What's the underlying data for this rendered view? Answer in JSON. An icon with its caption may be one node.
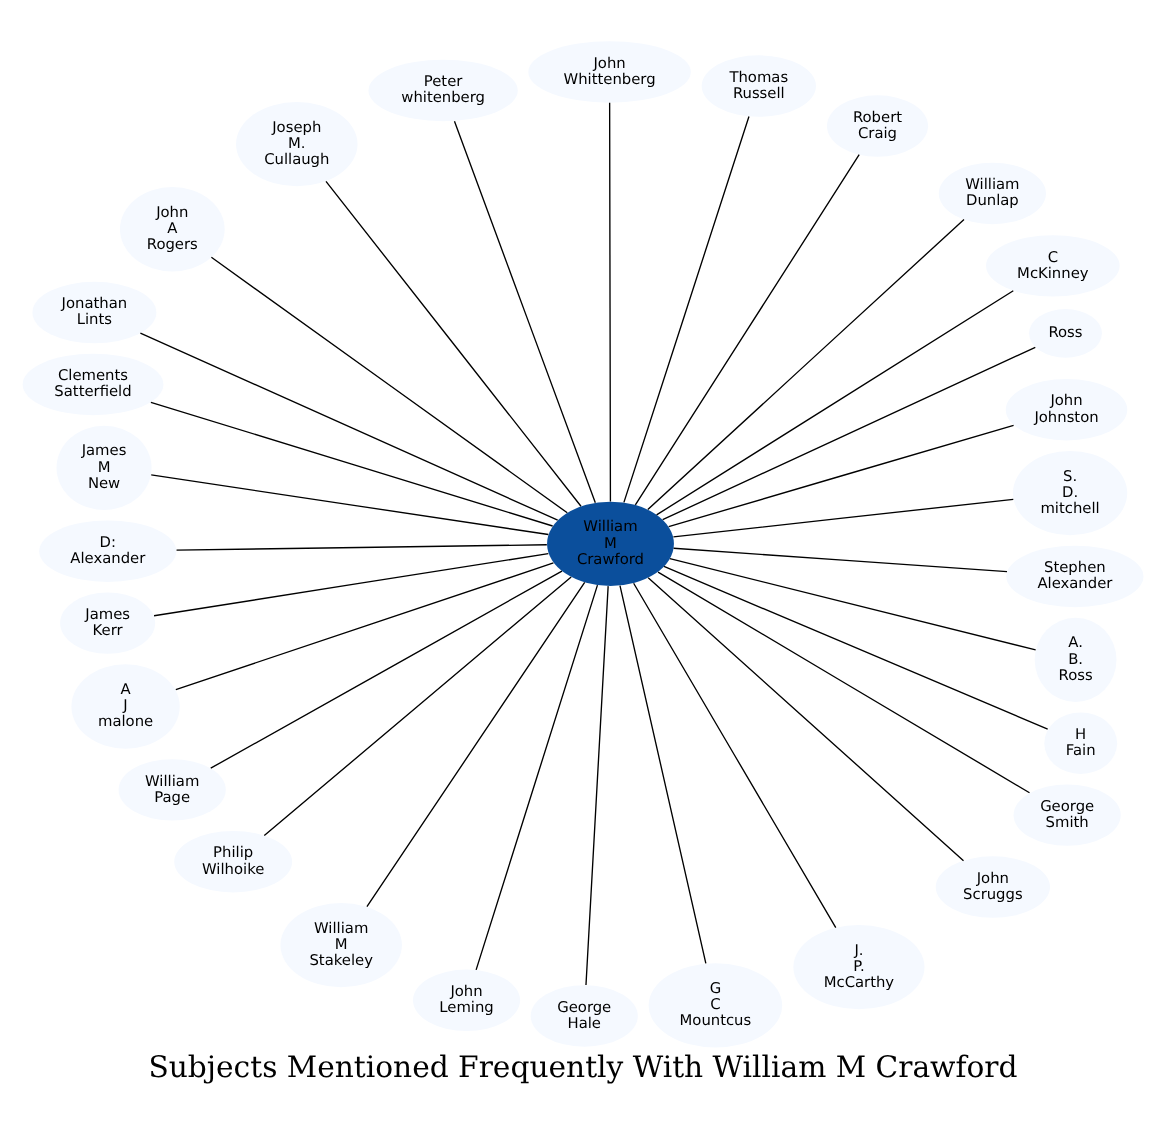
{
  "diagram": {
    "title": "Subjects Mentioned Frequently With William M Crawford",
    "nodes": [
      {
        "text": [
          "William M Crawford"
        ]
      },
      {
        "text": [
          "S. D. mitchell"
        ]
      },
      {
        "text": [
          "John Johnston"
        ]
      },
      {
        "text": [
          "Ross"
        ]
      },
      {
        "text": [
          "C McKinney"
        ]
      },
      {
        "text": [
          "William Dunlap"
        ]
      },
      {
        "text": [
          "Robert Craig"
        ]
      },
      {
        "text": [
          "Thomas Russell"
        ]
      },
      {
        "text": [
          "John Whittenberg"
        ]
      },
      {
        "text": [
          "Peter whitenberg"
        ]
      },
      {
        "text": [
          "Joseph M. Cullaugh"
        ]
      },
      {
        "text": [
          "John A Rogers"
        ]
      },
      {
        "text": [
          "Jonathan Lints"
        ]
      },
      {
        "text": [
          "Clements Satterfield"
        ]
      },
      {
        "text": [
          "James M New"
        ]
      },
      {
        "text": [
          "D: Alexander"
        ]
      },
      {
        "text": [
          "James Kerr"
        ]
      },
      {
        "text": [
          "A J malone"
        ]
      },
      {
        "text": [
          "William Page"
        ]
      },
      {
        "text": [
          "Philip Wilhoike"
        ]
      },
      {
        "text": [
          "William M Stakeley"
        ]
      },
      {
        "text": [
          "John Leming"
        ]
      },
      {
        "text": [
          "George Hale"
        ]
      },
      {
        "text": [
          "G C Mountcus"
        ]
      },
      {
        "text": [
          "J. P. McCarthy"
        ]
      },
      {
        "text": [
          "John Scruggs"
        ]
      },
      {
        "text": [
          "George Smith"
        ]
      },
      {
        "text": [
          "H Fain"
        ]
      },
      {
        "text": [
          "A. B. Ross"
        ]
      },
      {
        "text": [
          "Stephen Alexander"
        ]
      }
    ],
    "edges": [
      {
        "from": 0,
        "to": 1,
        "arrow": "none"
      },
      {
        "from": 0,
        "to": 2,
        "arrow": "none"
      },
      {
        "from": 0,
        "to": 3,
        "arrow": "none"
      },
      {
        "from": 0,
        "to": 4,
        "arrow": "none"
      },
      {
        "from": 0,
        "to": 5,
        "arrow": "none"
      },
      {
        "from": 0,
        "to": 6,
        "arrow": "none"
      },
      {
        "from": 0,
        "to": 7,
        "arrow": "none"
      },
      {
        "from": 0,
        "to": 8,
        "arrow": "none"
      },
      {
        "from": 0,
        "to": 9,
        "arrow": "none"
      },
      {
        "from": 0,
        "to": 10,
        "arrow": "none"
      },
      {
        "from": 0,
        "to": 11,
        "arrow": "none"
      },
      {
        "from": 0,
        "to": 12,
        "arrow": "none"
      },
      {
        "from": 0,
        "to": 13,
        "arrow": "none"
      },
      {
        "from": 0,
        "to": 14,
        "arrow": "none"
      },
      {
        "from": 0,
        "to": 15,
        "arrow": "none"
      },
      {
        "from": 0,
        "to": 16,
        "arrow": "none"
      },
      {
        "from": 0,
        "to": 17,
        "arrow": "none"
      },
      {
        "from": 0,
        "to": 18,
        "arrow": "none"
      },
      {
        "from": 0,
        "to": 19,
        "arrow": "none"
      },
      {
        "from": 0,
        "to": 20,
        "arrow": "none"
      },
      {
        "from": 0,
        "to": 21,
        "arrow": "none"
      },
      {
        "from": 0,
        "to": 22,
        "arrow": "none"
      },
      {
        "from": 0,
        "to": 23,
        "arrow": "none"
      },
      {
        "from": 0,
        "to": 24,
        "arrow": "none"
      },
      {
        "from": 0,
        "to": 25,
        "arrow": "none"
      },
      {
        "from": 0,
        "to": 26,
        "arrow": "none"
      },
      {
        "from": 0,
        "to": 27,
        "arrow": "none"
      },
      {
        "from": 0,
        "to": 28,
        "arrow": "none"
      },
      {
        "from": 0,
        "to": 29,
        "arrow": "none"
      }
    ]
  }
}
